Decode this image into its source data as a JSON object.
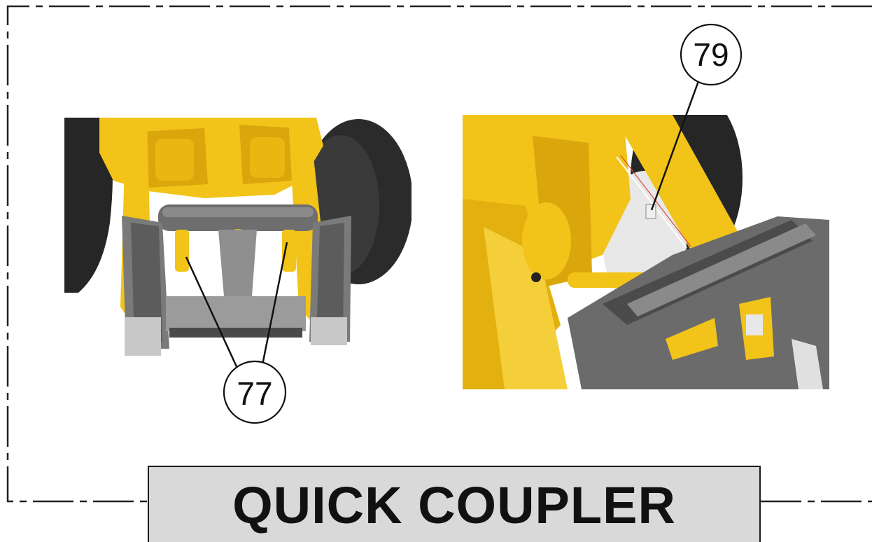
{
  "title": "QUICK COUPLER",
  "callouts": [
    {
      "label": "77"
    },
    {
      "label": "79"
    }
  ],
  "colors": {
    "machine_yellow": "#f2c318",
    "coupler_gray": "#6e6e6e",
    "tire_black": "#262626",
    "title_box_bg": "#d9d9da"
  }
}
